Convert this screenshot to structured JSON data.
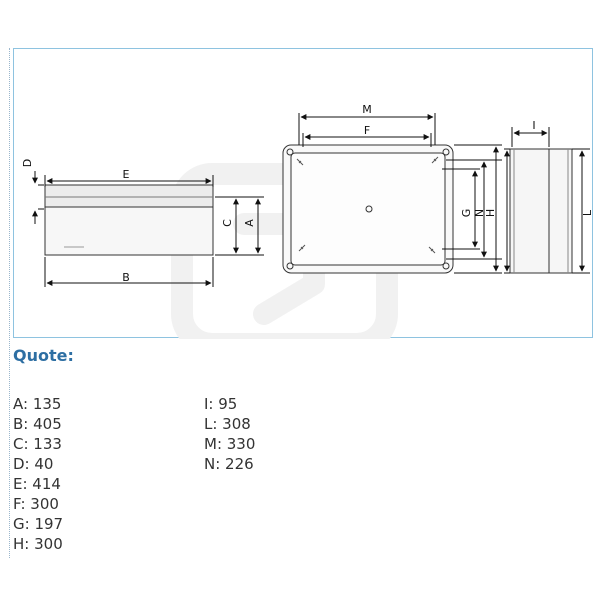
{
  "diagram": {
    "side_view": {
      "labels": {
        "d": "D",
        "e": "E",
        "c": "C",
        "a": "A",
        "b": "B"
      }
    },
    "front_view": {
      "labels": {
        "m": "M",
        "f": "F",
        "g": "G",
        "n": "N",
        "h": "H"
      }
    },
    "end_view": {
      "labels": {
        "i": "I",
        "l": "L"
      }
    }
  },
  "quote": {
    "title": "Quote:",
    "left_column": [
      "A: 135",
      "B: 405",
      "C: 133",
      "D: 40",
      "E: 414",
      "F: 300",
      "G: 197",
      "H: 300"
    ],
    "right_column": [
      "I: 95",
      "L: 308",
      "M: 330",
      "N: 226"
    ]
  },
  "colors": {
    "frame_border": "#8ec3e0",
    "title": "#2e6fa3",
    "text": "#333333"
  }
}
